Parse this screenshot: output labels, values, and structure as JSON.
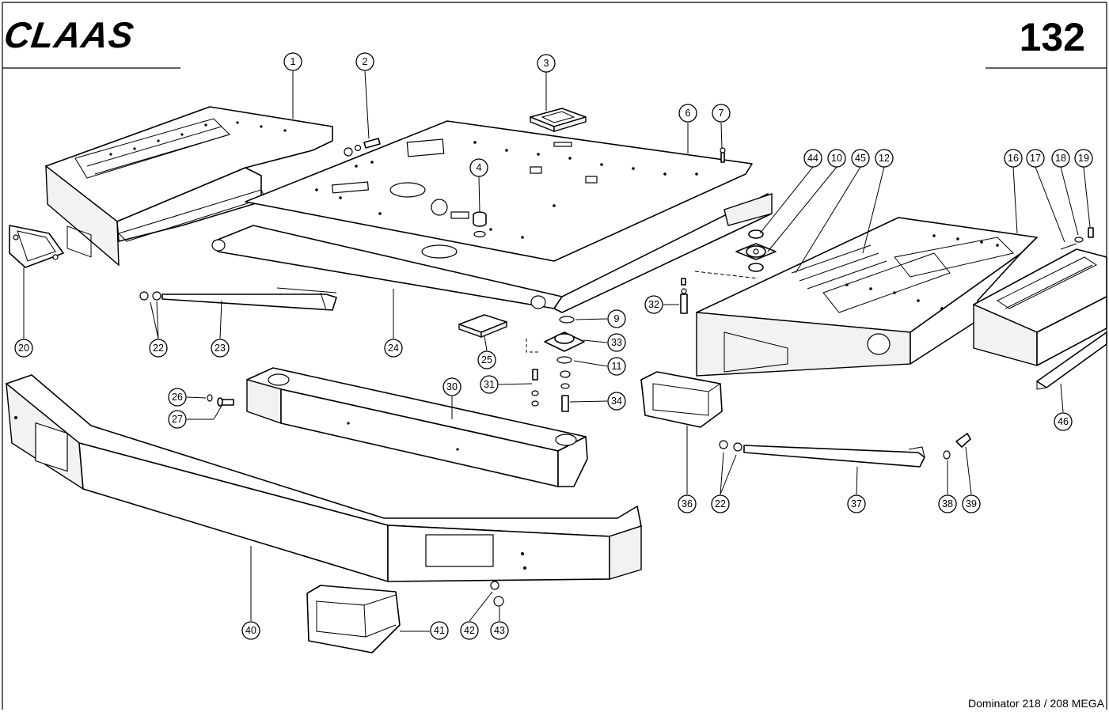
{
  "header": {
    "brand": "CLAAS",
    "page_number": "132"
  },
  "footer": {
    "model": "Dominator 218 / 208 MEGA"
  },
  "callouts": [
    {
      "id": "1",
      "label": "1"
    },
    {
      "id": "2",
      "label": "2"
    },
    {
      "id": "3",
      "label": "3"
    },
    {
      "id": "4",
      "label": "4"
    },
    {
      "id": "6",
      "label": "6"
    },
    {
      "id": "7",
      "label": "7"
    },
    {
      "id": "9",
      "label": "9"
    },
    {
      "id": "10",
      "label": "10"
    },
    {
      "id": "11",
      "label": "11"
    },
    {
      "id": "12",
      "label": "12"
    },
    {
      "id": "16",
      "label": "16"
    },
    {
      "id": "17",
      "label": "17"
    },
    {
      "id": "18",
      "label": "18"
    },
    {
      "id": "19",
      "label": "19"
    },
    {
      "id": "20",
      "label": "20"
    },
    {
      "id": "22a",
      "label": "22"
    },
    {
      "id": "22b",
      "label": "22"
    },
    {
      "id": "23",
      "label": "23"
    },
    {
      "id": "24",
      "label": "24"
    },
    {
      "id": "25",
      "label": "25"
    },
    {
      "id": "26",
      "label": "26"
    },
    {
      "id": "27",
      "label": "27"
    },
    {
      "id": "30",
      "label": "30"
    },
    {
      "id": "31",
      "label": "31"
    },
    {
      "id": "32",
      "label": "32"
    },
    {
      "id": "33",
      "label": "33"
    },
    {
      "id": "34",
      "label": "34"
    },
    {
      "id": "36",
      "label": "36"
    },
    {
      "id": "37",
      "label": "37"
    },
    {
      "id": "38",
      "label": "38"
    },
    {
      "id": "39",
      "label": "39"
    },
    {
      "id": "40",
      "label": "40"
    },
    {
      "id": "41",
      "label": "41"
    },
    {
      "id": "42",
      "label": "42"
    },
    {
      "id": "43",
      "label": "43"
    },
    {
      "id": "44",
      "label": "44"
    },
    {
      "id": "45",
      "label": "45"
    },
    {
      "id": "46",
      "label": "46"
    }
  ]
}
